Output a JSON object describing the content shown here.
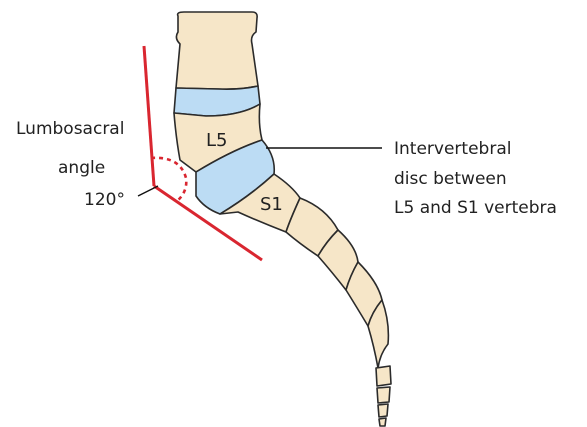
{
  "colors": {
    "bone_fill": "#f6e6c8",
    "disc_fill": "#bcdcf4",
    "angle_line": "#d92630",
    "outline": "#2b2b2b"
  },
  "labels": {
    "angle_name_line1": "Lumbosacral",
    "angle_name_line2": "angle",
    "angle_value": "120°",
    "l5": "L5",
    "s1": "S1",
    "disc_line1": "Intervertebral",
    "disc_line2": "disc between",
    "disc_line3": "L5 and S1 vertebra"
  }
}
